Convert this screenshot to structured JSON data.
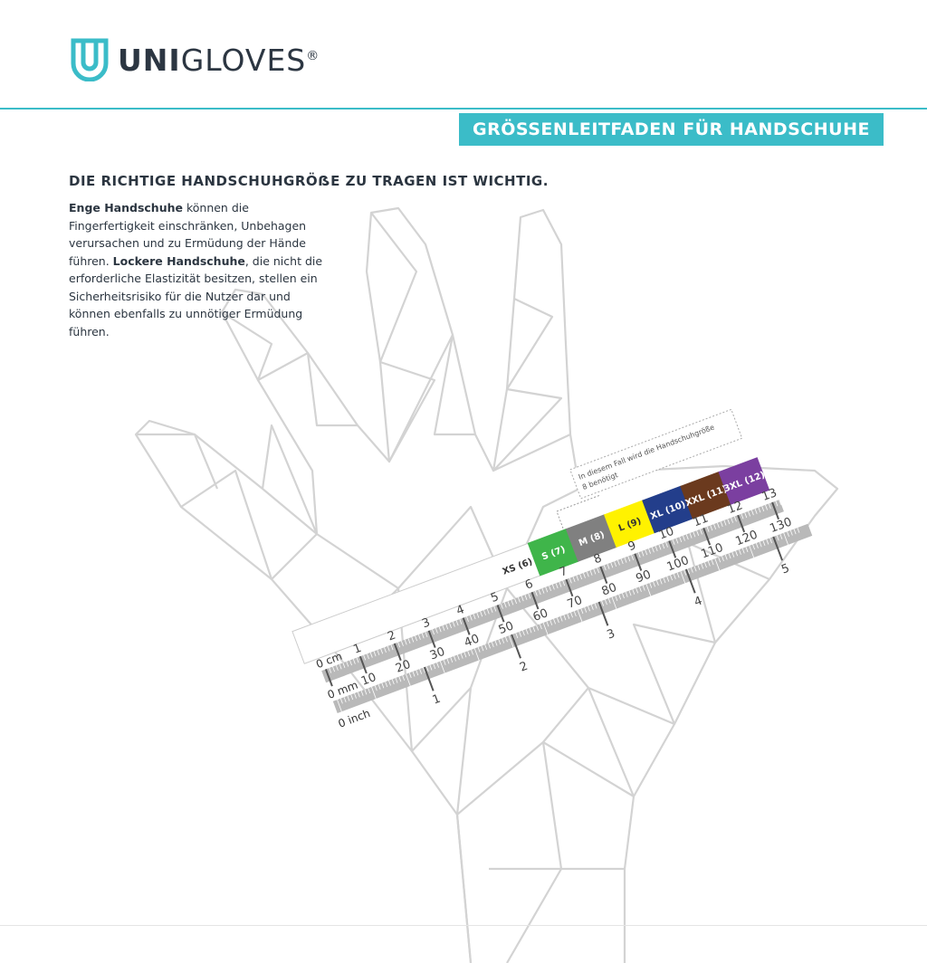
{
  "brand": {
    "name_bold": "UNI",
    "name_rest": "GLOVES",
    "registered": "®",
    "accent": "#3bbcc8"
  },
  "banner": "GRÖSSENLEITFADEN FÜR HANDSCHUHE",
  "heading": "DIE RICHTIGE HANDSCHUHGRÖẞE ZU TRAGEN IST WICHTIG.",
  "intro": {
    "b1": "Enge Handschuhe",
    "t1": " können die Fingerfertigkeit einschränken, Unbehagen verursachen und zu Ermüdung der Hände führen. ",
    "b2": "Lockere Handschuhe",
    "t2": ", die nicht die erforderliche Elastizität besitzen, stellen ein Sicherheitsrisiko für die Nutzer dar und können ebenfalls zu unnötiger Ermüdung führen."
  },
  "callout": [
    "In diesem Fall wird die Handschuhgröße",
    "8 benötigt"
  ],
  "sizes": [
    {
      "label": "XS (6)",
      "color": "#ffffff",
      "text": "#333333"
    },
    {
      "label": "S (7)",
      "color": "#3fb54a",
      "text": "#ffffff"
    },
    {
      "label": "M (8)",
      "color": "#808080",
      "text": "#ffffff"
    },
    {
      "label": "L (9)",
      "color": "#fff200",
      "text": "#333333"
    },
    {
      "label": "XL (10)",
      "color": "#233e8b",
      "text": "#ffffff"
    },
    {
      "label": "XXL (11)",
      "color": "#6b3a1e",
      "text": "#ffffff"
    },
    {
      "label": "3XL (12)",
      "color": "#7b3fa0",
      "text": "#ffffff"
    }
  ],
  "ruler": {
    "cm_unit": "0 cm",
    "mm_unit": "0 mm",
    "inch_unit": "0 inch",
    "cm": [
      "1",
      "2",
      "3",
      "4",
      "5",
      "6",
      "7",
      "8",
      "9",
      "10",
      "11",
      "12",
      "13"
    ],
    "mm": [
      "10",
      "20",
      "30",
      "40",
      "50",
      "60",
      "70",
      "80",
      "90",
      "100",
      "110",
      "120",
      "130"
    ],
    "inch": [
      "1",
      "2",
      "3",
      "4",
      "5"
    ]
  }
}
